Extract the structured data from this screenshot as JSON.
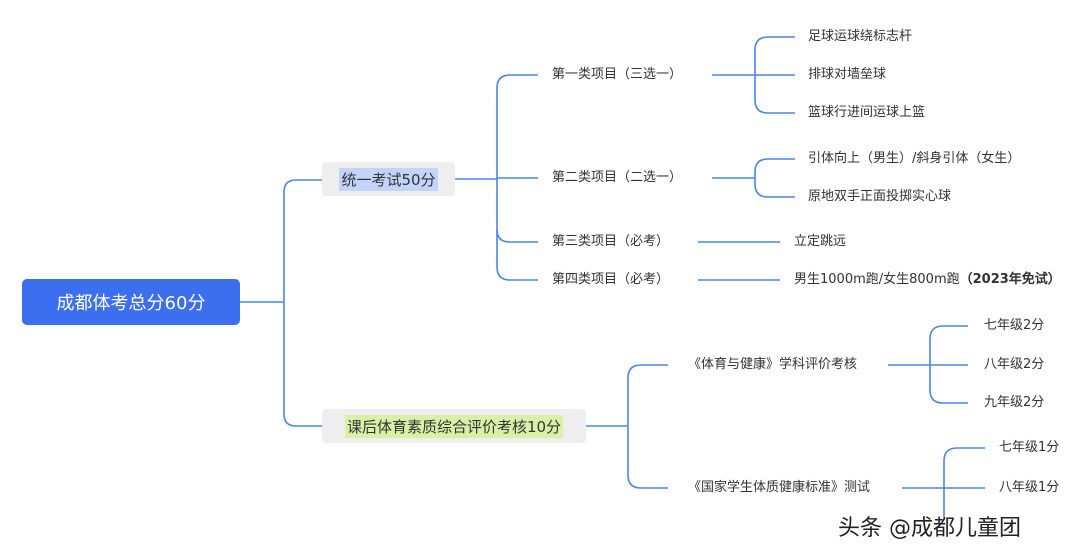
{
  "root": {
    "label": "成都体考总分60分"
  },
  "branch_unified": {
    "label": "统一考试50分",
    "highlight_color": "#c3d4fb"
  },
  "branch_afterclass": {
    "label": "课后体育素质综合评价考核10分",
    "highlight_color": "#d9f0a6"
  },
  "unified_groups": [
    {
      "label": "第一类项目（三选一）",
      "items": [
        "足球运球绕标志杆",
        "排球对墙垒球",
        "篮球行进间运球上篮"
      ]
    },
    {
      "label": "第二类项目（二选一）",
      "items": [
        "引体向上（男生）/斜身引体（女生）",
        "原地双手正面投掷实心球"
      ]
    },
    {
      "label": "第三类项目（必考）",
      "items": [
        "立定跳远"
      ]
    },
    {
      "label": "第四类项目（必考）",
      "items": [
        "男生1000m跑/女生800m跑"
      ],
      "note": "（2023年免试）"
    }
  ],
  "afterclass_groups": [
    {
      "label": "《体育与健康》学科评价考核",
      "items": [
        "七年级2分",
        "八年级2分",
        "九年级2分"
      ]
    },
    {
      "label": "《国家学生体质健康标准》测试",
      "items": [
        "七年级1分",
        "八年级1分"
      ]
    }
  ],
  "watermark": "头条 @成都儿童团",
  "colors": {
    "root_bg": "#3b6ff0",
    "connector": "#4a86e8",
    "branch_bg": "#eeeeee"
  }
}
